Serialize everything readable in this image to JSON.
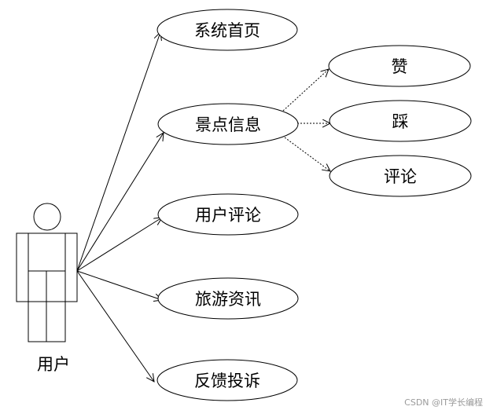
{
  "actor": {
    "label": "用户"
  },
  "use_cases": {
    "home": "系统首页",
    "scenic_info": "景点信息",
    "user_reviews": "用户评论",
    "travel_news": "旅游资讯",
    "complaint": "反馈投诉"
  },
  "sub_cases": {
    "like": "赞",
    "dislike": "踩",
    "comment": "评论"
  },
  "watermark": "CSDN @IT学长编程"
}
